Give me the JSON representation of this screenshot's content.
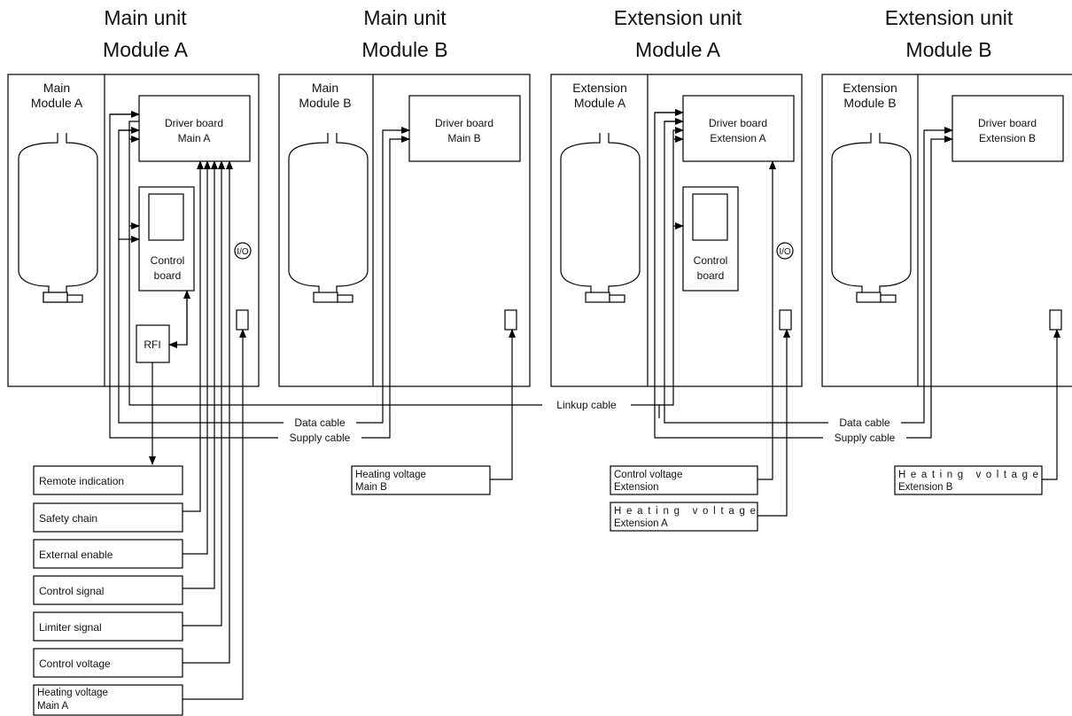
{
  "units": [
    {
      "title_line1": "Main unit",
      "title_line2": "Module A",
      "module_line1": "Main",
      "module_line2": "Module A",
      "driver_line1": "Driver board",
      "driver_line2": "Main A",
      "control_line1": "Control",
      "control_line2": "board",
      "io": "I/O"
    },
    {
      "title_line1": "Main unit",
      "title_line2": "Module B",
      "module_line1": "Main",
      "module_line2": "Module B",
      "driver_line1": "Driver board",
      "driver_line2": "Main B"
    },
    {
      "title_line1": "Extension unit",
      "title_line2": "Module A",
      "module_line1": "Extension",
      "module_line2": "Module A",
      "driver_line1": "Driver board",
      "driver_line2": "Extension A",
      "control_line1": "Control",
      "control_line2": "board",
      "io": "I/O"
    },
    {
      "title_line1": "Extension unit",
      "title_line2": "Module B",
      "module_line1": "Extension",
      "module_line2": "Module B",
      "driver_line1": "Driver board",
      "driver_line2": "Extension B"
    }
  ],
  "rfi": "RFI",
  "cables": {
    "linkup": "Linkup cable",
    "data_main": "Data cable",
    "supply_main": "Supply cable",
    "data_ext": "Data cable",
    "supply_ext": "Supply cable"
  },
  "signal_boxes": [
    "Remote indication",
    "Safety chain",
    "External enable",
    "Control signal",
    "Limiter signal",
    "Control voltage"
  ],
  "heating_main_a": {
    "line1": "Heating voltage",
    "line2": "Main A"
  },
  "heating_main_b": {
    "line1": "Heating voltage",
    "line2": "Main B"
  },
  "control_voltage_ext": {
    "line1": "Control voltage",
    "line2": "Extension"
  },
  "heating_ext_a": {
    "line1": "Heating voltage",
    "line2": "Extension A"
  },
  "heating_ext_b": {
    "line1": "Heating voltage",
    "line2": "Extension B"
  }
}
